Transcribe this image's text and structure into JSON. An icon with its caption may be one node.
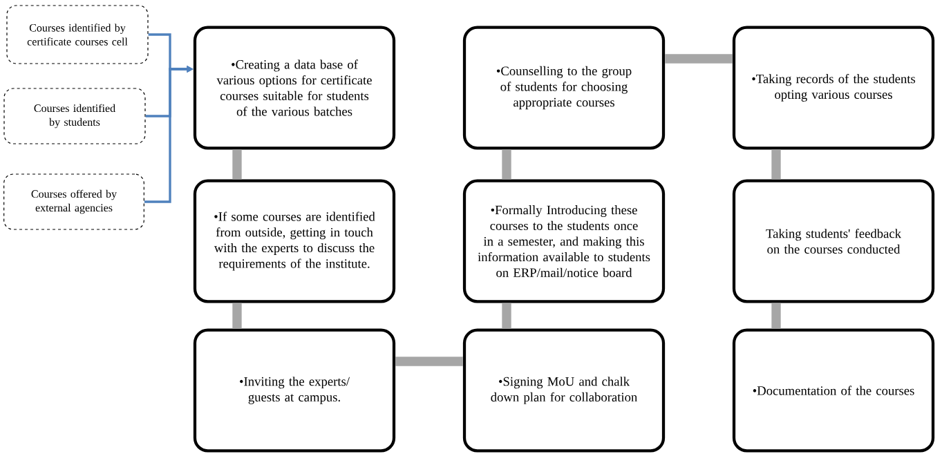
{
  "diagram": {
    "nodes": [
      {
        "text": [
          "Courses identified by certificate courses cell"
        ]
      },
      {
        "text": [
          "Courses identified by students"
        ]
      },
      {
        "text": [
          "Courses offered by external agencies"
        ]
      },
      {
        "text": [
          "•Creating a data base of various options for certificate courses suitable for students of the various batches"
        ]
      },
      {
        "text": [
          "•If some courses are identified from outside, getting in touch with the experts to discuss the requirements of the institute."
        ]
      },
      {
        "text": [
          "•Inviting the experts/ guests at campus."
        ]
      },
      {
        "text": [
          "•Signing MoU and chalk down plan for collaboration"
        ]
      },
      {
        "text": [
          "•Formally Introducing these courses to the students once in a semester, and making this information available to students on ERP/mail/notice board"
        ]
      },
      {
        "text": [
          "•Counselling to the group of students for choosing appropriate courses"
        ]
      },
      {
        "text": [
          "•Taking records of the students opting various courses"
        ]
      },
      {
        "text": [
          "Taking students' feedback on the courses conducted"
        ]
      },
      {
        "text": [
          "•Documentation of the courses"
        ]
      }
    ],
    "edges": [
      {
        "from": 0,
        "to": 3,
        "arrow": "to",
        "color": "#4f81bd"
      },
      {
        "from": 1,
        "to": 3,
        "arrow": "to",
        "color": "#4f81bd"
      },
      {
        "from": 2,
        "to": 3,
        "arrow": "to",
        "color": "#4f81bd"
      },
      {
        "from": 3,
        "to": 4,
        "arrow": "none"
      },
      {
        "from": 4,
        "to": 5,
        "arrow": "none"
      },
      {
        "from": 5,
        "to": 6,
        "arrow": "none"
      },
      {
        "from": 6,
        "to": 7,
        "arrow": "none"
      },
      {
        "from": 7,
        "to": 8,
        "arrow": "none"
      },
      {
        "from": 8,
        "to": 9,
        "arrow": "none"
      },
      {
        "from": 9,
        "to": 10,
        "arrow": "none"
      },
      {
        "from": 10,
        "to": 11,
        "arrow": "none"
      }
    ]
  }
}
